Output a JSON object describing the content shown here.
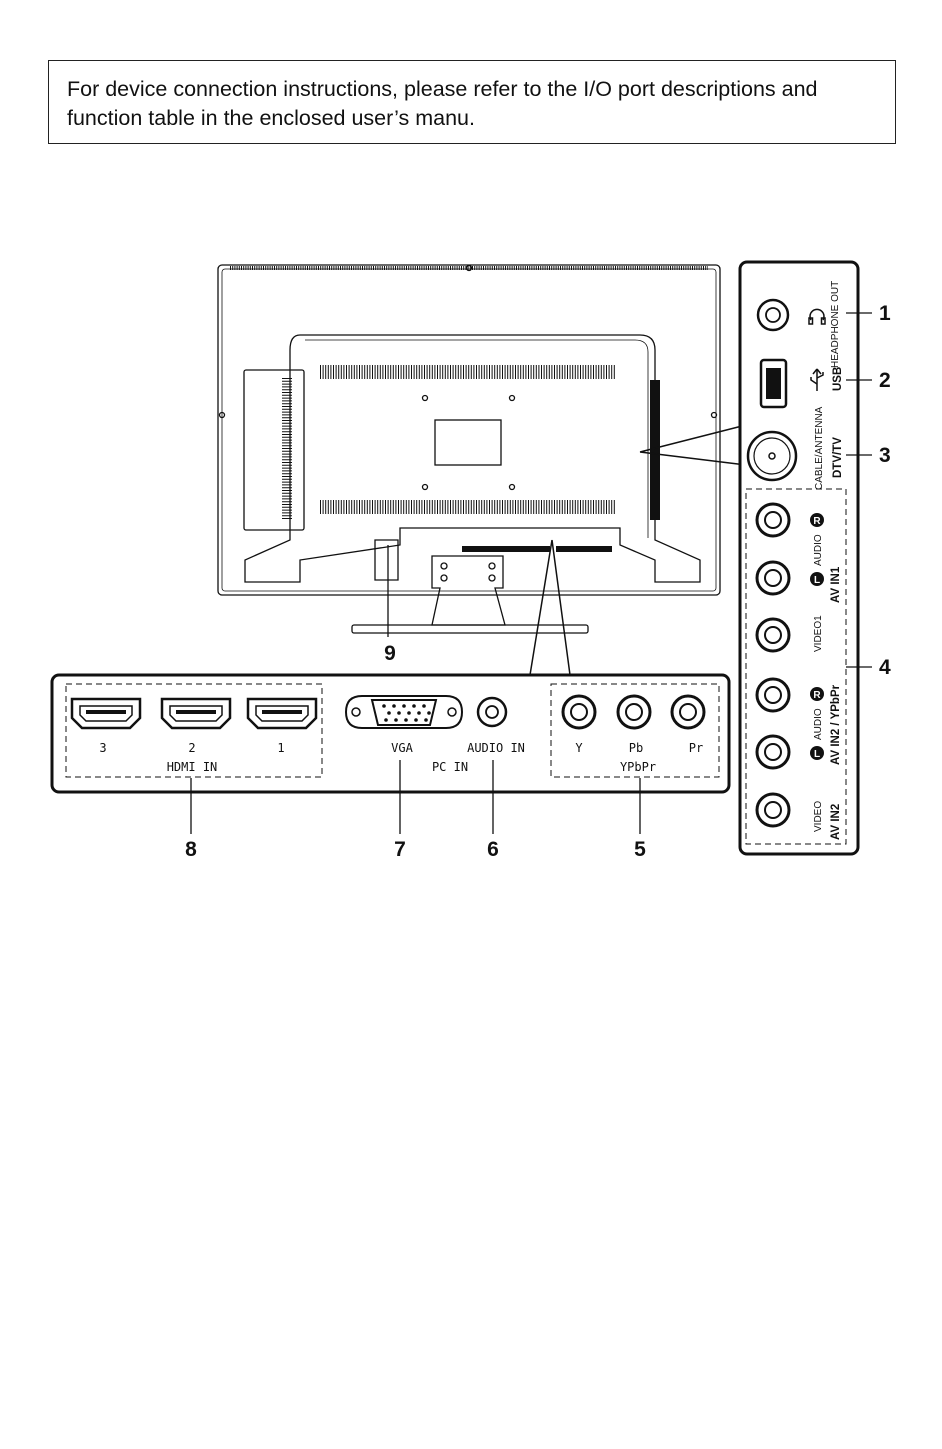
{
  "note": {
    "line1": "For device connection instructions, please refer to the I/O port descriptions and",
    "line2": "function table in the enclosed user’s manu."
  },
  "side_panel": {
    "headphone_label": "HEADPHONE OUT",
    "usb_label": "USB",
    "antenna_label": "CABLE/ANTENNA",
    "dtv_label": "DTV/TV",
    "av1_audio_label": "AUDIO",
    "av1_label": "AV  IN1",
    "av1_video_label": "VIDEO1",
    "av2_audio_label": "AUDIO",
    "av2_ypbpr_label": "AV IN2 / YPbPr",
    "av2_video_label": "VIDEO",
    "av2_label": "AV IN2",
    "left_badge": "L",
    "right_badge": "R"
  },
  "bottom_panel": {
    "hdmi_port_labels": [
      "3",
      "2",
      "1"
    ],
    "hdmi_group_label": "HDMI  IN",
    "vga_label": "VGA",
    "audio_in_label": "AUDIO  IN",
    "pc_in_label": "PC  IN",
    "ypbpr_port_labels": [
      "Y",
      "Pb",
      "Pr"
    ],
    "ypbpr_group_label": "YPbPr"
  },
  "callouts": [
    "1",
    "2",
    "3",
    "4",
    "5",
    "6",
    "7",
    "8",
    "9"
  ]
}
